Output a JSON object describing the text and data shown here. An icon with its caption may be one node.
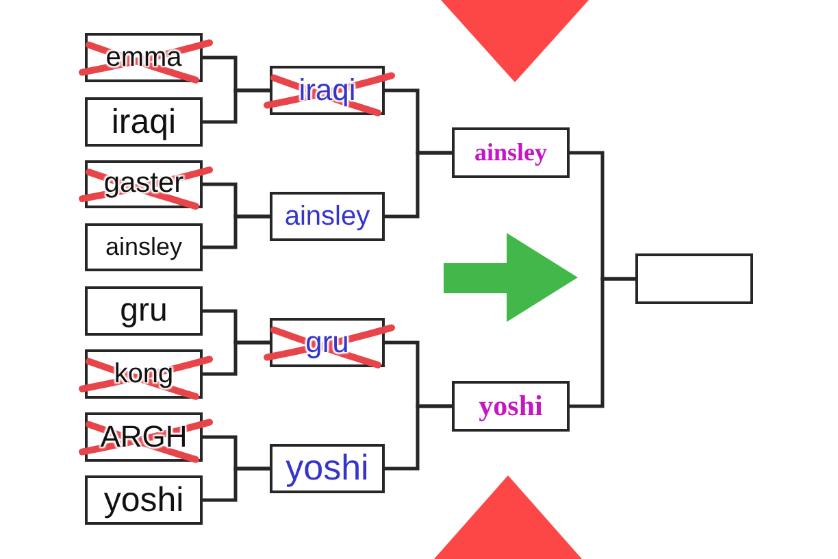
{
  "diagram": {
    "nodes": [
      {
        "text": [
          "emma"
        ]
      },
      {
        "text": [
          "iraqi"
        ]
      },
      {
        "text": [
          "gaster"
        ]
      },
      {
        "text": [
          "ainsley"
        ]
      },
      {
        "text": [
          "gru"
        ]
      },
      {
        "text": [
          "kong"
        ]
      },
      {
        "text": [
          "ARGH"
        ]
      },
      {
        "text": [
          "yoshi"
        ]
      },
      {
        "text": [
          "iraqi"
        ]
      },
      {
        "text": [
          "ainsley"
        ]
      },
      {
        "text": [
          "gru"
        ]
      },
      {
        "text": [
          "yoshi"
        ]
      },
      {
        "text": [
          "ainsley"
        ]
      },
      {
        "text": [
          "yoshi"
        ]
      },
      {
        "text": [],
        "shape": "box"
      },
      {
        "text": [],
        "shape": "triangle"
      },
      {
        "text": [],
        "shape": "triangle"
      }
    ],
    "edges": [
      {
        "from": 0,
        "to": 8,
        "arrow": "none"
      },
      {
        "from": 1,
        "to": 8,
        "arrow": "none"
      },
      {
        "from": 2,
        "to": 9,
        "arrow": "none"
      },
      {
        "from": 3,
        "to": 9,
        "arrow": "none"
      },
      {
        "from": 4,
        "to": 10,
        "arrow": "none"
      },
      {
        "from": 5,
        "to": 10,
        "arrow": "none"
      },
      {
        "from": 6,
        "to": 11,
        "arrow": "none"
      },
      {
        "from": 7,
        "to": 11,
        "arrow": "none"
      },
      {
        "from": 8,
        "to": 12,
        "arrow": "none"
      },
      {
        "from": 9,
        "to": 12,
        "arrow": "none"
      },
      {
        "from": 10,
        "to": 13,
        "arrow": "none"
      },
      {
        "from": 11,
        "to": 13,
        "arrow": "none"
      },
      {
        "from": 12,
        "to": 14,
        "arrow": "none"
      },
      {
        "from": 13,
        "to": 14,
        "arrow": "none"
      }
    ]
  }
}
